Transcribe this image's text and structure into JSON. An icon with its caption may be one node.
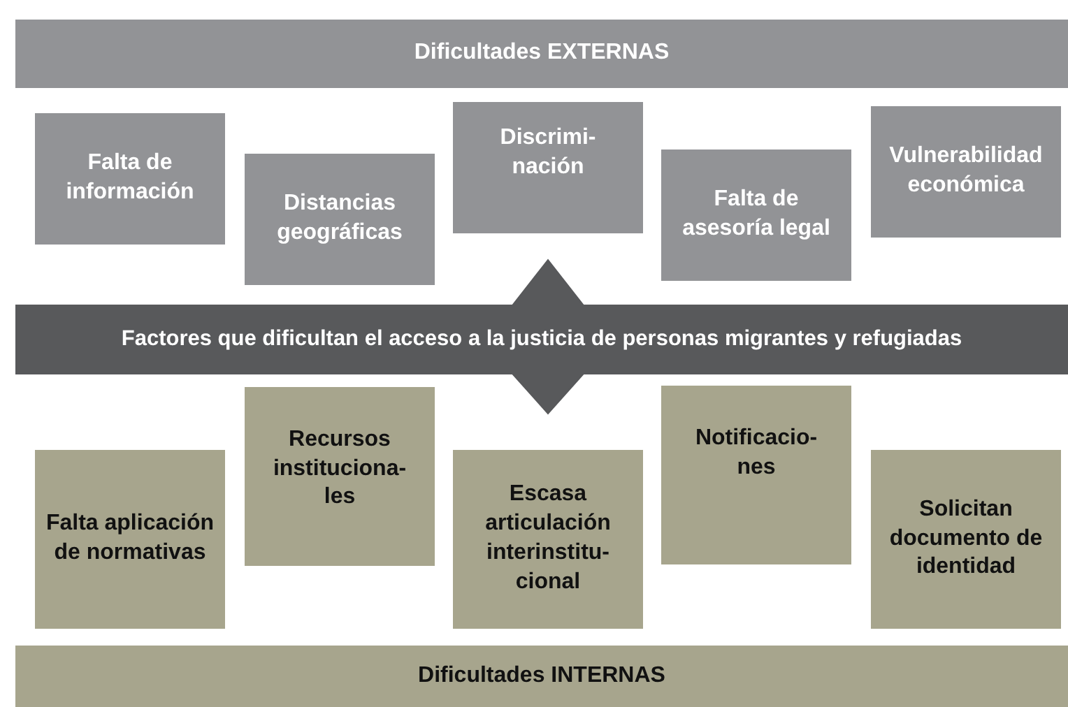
{
  "diagram": {
    "nodes": [
      {
        "text": [
          "Dificultades EXTERNAS"
        ]
      },
      {
        "text": [
          "Falta de información"
        ]
      },
      {
        "text": [
          "Distancias geográficas"
        ]
      },
      {
        "text": [
          "Discrimi- nación"
        ]
      },
      {
        "text": [
          "Falta de asesoría legal"
        ]
      },
      {
        "text": [
          "Vulnerabilidad económica"
        ]
      },
      {
        "text": [
          "Factores que dificultan el acceso a la justicia de personas migrantes y refugiadas"
        ]
      },
      {
        "text": [
          "Falta aplicación de normativas"
        ]
      },
      {
        "text": [
          "Recursos instituciona- les"
        ]
      },
      {
        "text": [
          "Escasa articulación interinstitu- cional"
        ]
      },
      {
        "text": [
          "Notificacio- nes"
        ]
      },
      {
        "text": [
          "Solicitan documento de identidad"
        ]
      },
      {
        "text": [
          "Dificultades INTERNAS"
        ]
      }
    ],
    "edges": [
      {
        "from": 6,
        "to": 3,
        "arrow": "to"
      },
      {
        "from": 6,
        "to": 9,
        "arrow": "to"
      }
    ]
  }
}
